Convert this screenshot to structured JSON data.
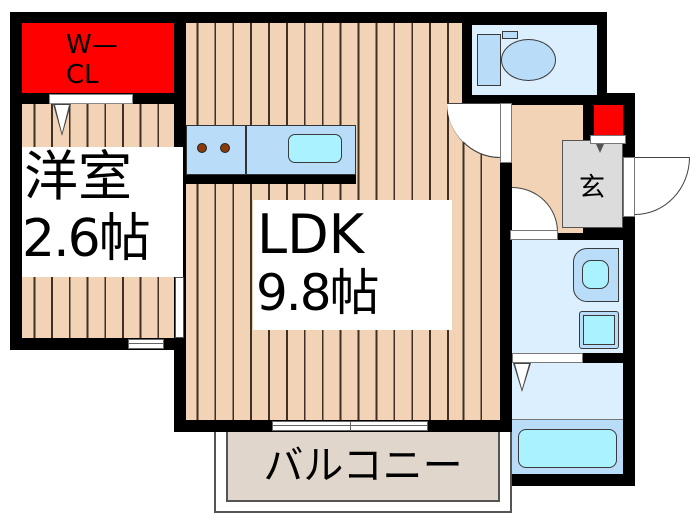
{
  "floor_plan": {
    "rooms": {
      "walk_in_closet": {
        "label_line1": "W—",
        "label_line2": "CL",
        "color": "#ff0000"
      },
      "western_room": {
        "label": "洋室",
        "size": "2.6帖"
      },
      "ldk": {
        "label": "LDK",
        "size": "9.8帖"
      },
      "entrance": {
        "label": "玄",
        "color": "#dcdcdc"
      },
      "balcony": {
        "label": "バルコニー",
        "color": "#e0d6cc"
      },
      "toilet": {
        "label": ""
      },
      "washroom": {
        "label": ""
      },
      "bathroom": {
        "label": ""
      }
    },
    "colors": {
      "wall": "#000000",
      "wood_floor": "#f2d3b6",
      "wet_area": "#dcefff",
      "fixture": "#b9dcf8",
      "water": "#aaf2ff",
      "shoe_box": "#ff0000"
    },
    "icons": {
      "toilet": "toilet-icon",
      "kitchen_stove": "stove-burner-icon",
      "kitchen_sink": "sink-icon",
      "wash_basin": "wash-basin-icon",
      "washing_machine": "washing-machine-icon",
      "bathtub": "bathtub-icon",
      "door_swing": "door-swing-icon",
      "window": "window-icon"
    }
  }
}
